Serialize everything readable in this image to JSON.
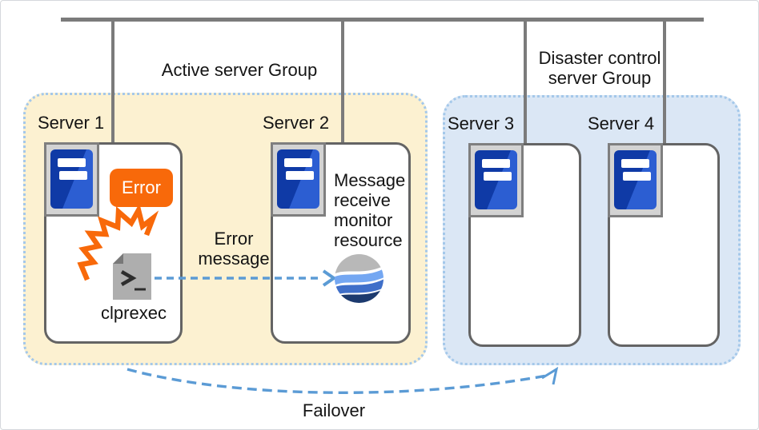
{
  "groups": {
    "active": {
      "label": "Active server Group"
    },
    "disaster": {
      "label": "Disaster control server Group"
    }
  },
  "servers": [
    {
      "name": "Server 1"
    },
    {
      "name": "Server 2"
    },
    {
      "name": "Server 3"
    },
    {
      "name": "Server 4"
    }
  ],
  "server1": {
    "error_badge": "Error",
    "file_label": "clprexec"
  },
  "server2": {
    "resource_label": "Message receive monitor resource"
  },
  "arrows": {
    "error_message_label": "Error message",
    "failover_label": "Failover"
  },
  "icons": {
    "server_tower": "server-tower-icon",
    "error_spark": "error-spark-icon",
    "clprexec_file": "terminal-file-icon",
    "monitor_globe": "wave-globe-icon",
    "error_arrow": "dashed-right-arrow",
    "failover_arrow": "dashed-curved-arrow"
  },
  "colors": {
    "group_active_fill": "#fcf1d1",
    "group_disaster_fill": "#dbe7f5",
    "group_dotted_border": "#a4c8ea",
    "connector_gray": "#7b7b7b",
    "server_box_border": "#646464",
    "server_blue_dark": "#0f3aa6",
    "server_blue_light": "#2c5ed2",
    "error_orange": "#f8690a",
    "arrow_blue": "#5b9bd5",
    "file_gray": "#aeaeae",
    "globe_gray": "#b8b8b8",
    "globe_light_blue": "#74a7f2",
    "globe_mid_blue": "#3f6fc9",
    "globe_navy": "#1c3a6e"
  }
}
